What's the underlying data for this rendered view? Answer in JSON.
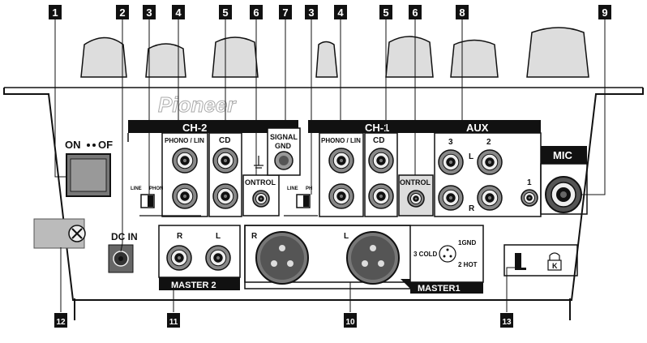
{
  "brand": "Pioneer",
  "callouts": [
    "1",
    "2",
    "3",
    "4",
    "5",
    "6",
    "7",
    "3",
    "4",
    "5",
    "6",
    "8",
    "9",
    "12",
    "11",
    "10",
    "13"
  ],
  "power": {
    "on_label": "ON",
    "off_label": "OF"
  },
  "dc_in_label": "DC IN",
  "ch2": {
    "header": "CH-2",
    "phono_line_label": "PHONO / LIN",
    "cd_label": "CD",
    "line_label": "LINE",
    "phono_label": "PHON",
    "control_label": "ONTROL"
  },
  "signal_gnd": {
    "line1": "SIGNAL",
    "line2": "GND"
  },
  "ch1": {
    "header": "CH-1",
    "phono_line_label": "PHONO / LIN",
    "cd_label": "CD",
    "line_label": "LINE",
    "phono_label": "PH",
    "control_label": "ONTROL"
  },
  "aux": {
    "header": "AUX",
    "num3": "3",
    "num2": "2",
    "num1": "1",
    "left": "L",
    "right": "R"
  },
  "mic_label": "MIC",
  "master2": {
    "label": "MASTER 2",
    "right": "R",
    "left": "L"
  },
  "master1": {
    "label": "MASTER1",
    "right": "R",
    "left": "L"
  },
  "xlr_pins": {
    "p1": "1GND",
    "p3": "3 COLD",
    "p2": "2 HOT"
  }
}
